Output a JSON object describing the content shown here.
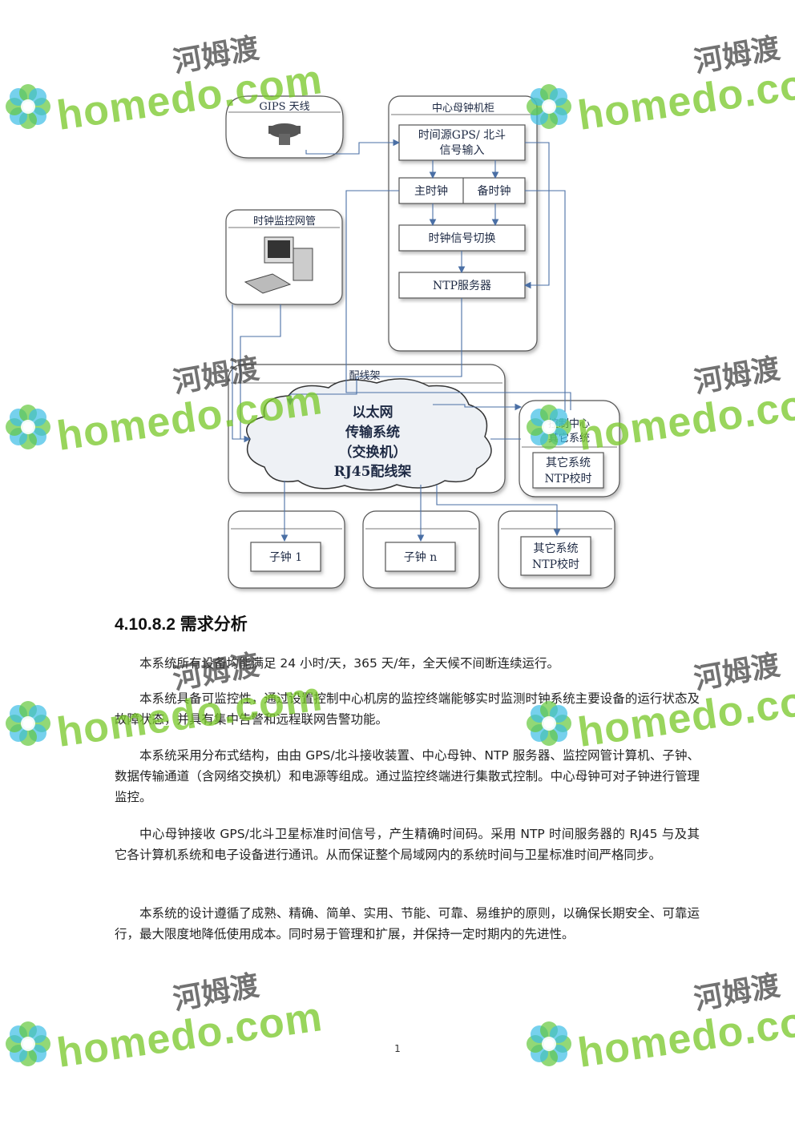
{
  "diagram": {
    "gps_antenna": "GIPS 天线",
    "cabinet_title": "中心母钟机柜",
    "time_source": [
      "时间源GPS/ 北斗",
      "信号输入"
    ],
    "main_clock": "主时钟",
    "backup_clock": "备时钟",
    "clock_switch": "时钟信号切换",
    "ntp_server": "NTP服务器",
    "monitor_title": "时钟监控网管",
    "rack_title": "配线架",
    "ethernet": [
      "以太网",
      "传输系统",
      "（交换机）",
      "RJ45配线架"
    ],
    "control_center": [
      "控制中心",
      "其它系统"
    ],
    "control_ntp": [
      "其它系统",
      "NTP校时"
    ],
    "slave1": "子钟 1",
    "slaven": "子钟 n",
    "other_ntp": [
      "其它系统",
      "NTP校时"
    ]
  },
  "section_heading": "4.10.8.2 需求分析",
  "paragraphs": [
    "本系统所有设备均能满足 24 小时/天，365 天/年，全天候不间断连续运行。",
    "本系统具备可监控性，通过设置控制中心机房的监控终端能够实时监测时钟系统主要设备的运行状态及故障状态，并具有集中告警和远程联网告警功能。",
    "本系统采用分布式结构，由由 GPS/北斗接收装置、中心母钟、NTP 服务器、监控网管计算机、子钟、数据传输通道（含网络交换机）和电源等组成。通过监控终端进行集散式控制。中心母钟可对子钟进行管理监控。",
    "中心母钟接收 GPS/北斗卫星标准时间信号，产生精确时间码。采用 NTP 时间服务器的 RJ45 与及其它各计算机系统和电子设备进行通讯。从而保证整个局域网内的系统时间与卫星标准时间严格同步。",
    "本系统的设计遵循了成熟、精确、简单、实用、节能、可靠、易维护的原则，以确保长期安全、可靠运行，最大限度地降低使用成本。同时易于管理和扩展，并保持一定时期内的先进性。"
  ],
  "page_number": "1",
  "watermark": {
    "text": "homedo.com",
    "cn": "河姆渡",
    "color": "#78c828",
    "icon": "flower-logo-icon"
  }
}
